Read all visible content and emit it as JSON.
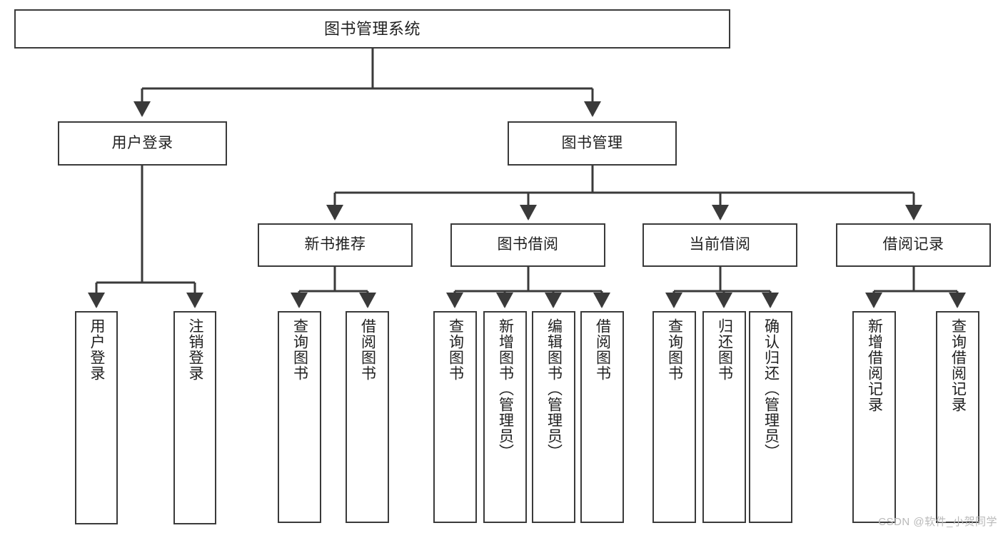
{
  "diagram": {
    "title": "图书管理系统",
    "watermark": "CSDN @软件_小贺同学",
    "stroke_color": "#3a3a3a",
    "background_color": "#ffffff",
    "text_color": "#1f1f1f",
    "root": {
      "label": "图书管理系统"
    },
    "level2": [
      {
        "label": "用户登录"
      },
      {
        "label": "图书管理"
      }
    ],
    "level3": [
      {
        "label": "新书推荐"
      },
      {
        "label": "图书借阅"
      },
      {
        "label": "当前借阅"
      },
      {
        "label": "借阅记录"
      }
    ],
    "leaves": {
      "user_login": [
        {
          "label": "用户登录"
        },
        {
          "label": "注销登录"
        }
      ],
      "new_book_recommend": [
        {
          "label": "查询图书"
        },
        {
          "label": "借阅图书"
        }
      ],
      "book_borrow": [
        {
          "label": "查询图书"
        },
        {
          "label": "新增图书（管理员）"
        },
        {
          "label": "编辑图书（管理员）"
        },
        {
          "label": "借阅图书"
        }
      ],
      "current_borrow": [
        {
          "label": "查询图书"
        },
        {
          "label": "归还图书"
        },
        {
          "label": "确认归还（管理员）"
        }
      ],
      "borrow_record": [
        {
          "label": "新增借阅记录"
        },
        {
          "label": "查询借阅记录"
        }
      ]
    }
  }
}
